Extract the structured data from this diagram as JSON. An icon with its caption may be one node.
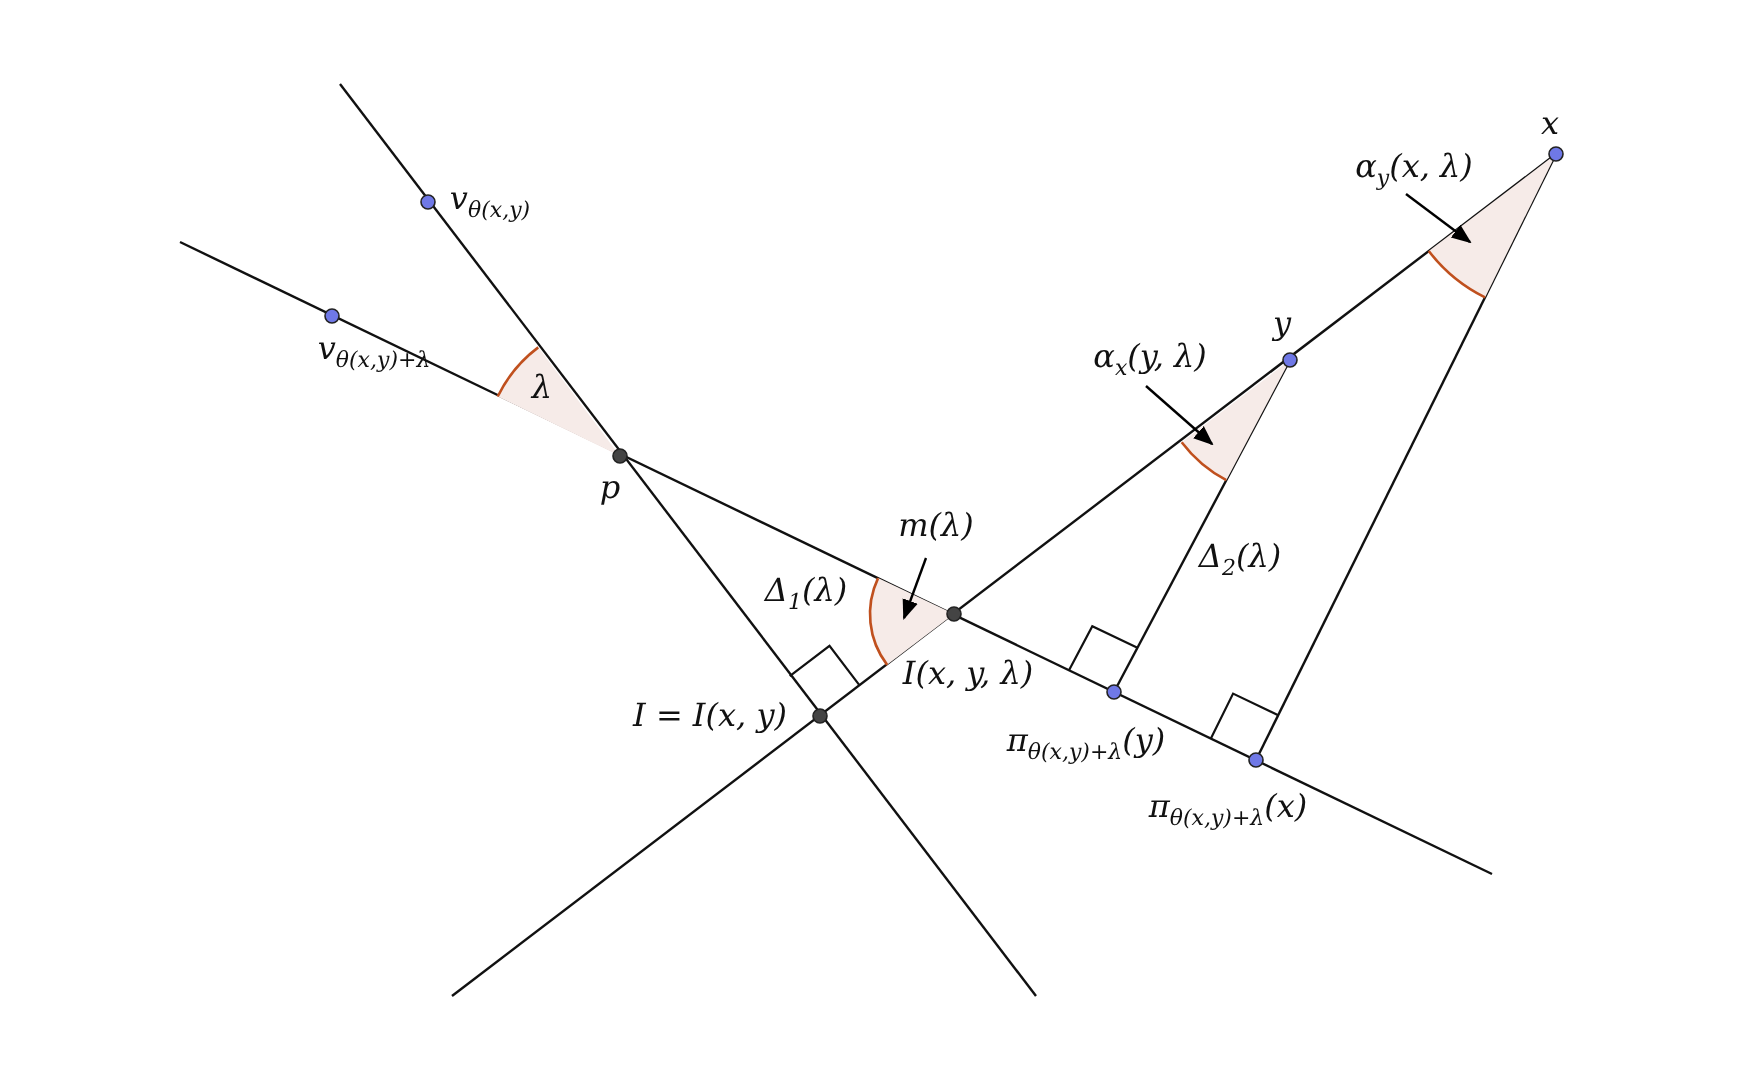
{
  "diagram": {
    "nodes": [
      {
        "text": [
          "v$_{θ(x,y)}$"
        ]
      },
      {
        "text": [
          "v$_{θ(x,y)+λ}$"
        ]
      },
      {
        "text": [
          "p"
        ]
      },
      {
        "text": [
          "x"
        ]
      },
      {
        "text": [
          "y"
        ]
      },
      {
        "text": [
          "I = I(x, y)"
        ]
      },
      {
        "text": [
          "I(x, y, λ)"
        ]
      },
      {
        "text": [
          "π$_{θ(x,y)+λ}$(y)"
        ]
      },
      {
        "text": [
          "π$_{θ(x,y)+λ}$(x)"
        ]
      },
      {
        "text": [
          "m(λ)"
        ]
      },
      {
        "text": [],
        "shape": "wedge",
        "beside": [
          "Δ$_{1}$(λ)"
        ]
      },
      {
        "text": [
          "α$_{x}$(y, λ)"
        ]
      },
      {
        "text": [],
        "shape": "wedge"
      },
      {
        "text": [
          "α$_{y}$(x, λ)"
        ]
      },
      {
        "text": [],
        "shape": "wedge"
      },
      {
        "text": [
          "λ"
        ]
      }
    ],
    "edges": [
      {
        "from": 9,
        "to": 10,
        "arrow": "to"
      },
      {
        "from": 11,
        "to": 12,
        "arrow": "to"
      },
      {
        "from": 13,
        "to": 14,
        "arrow": "to"
      }
    ],
    "labels": [
      "Δ$_{2}$(λ)"
    ]
  }
}
